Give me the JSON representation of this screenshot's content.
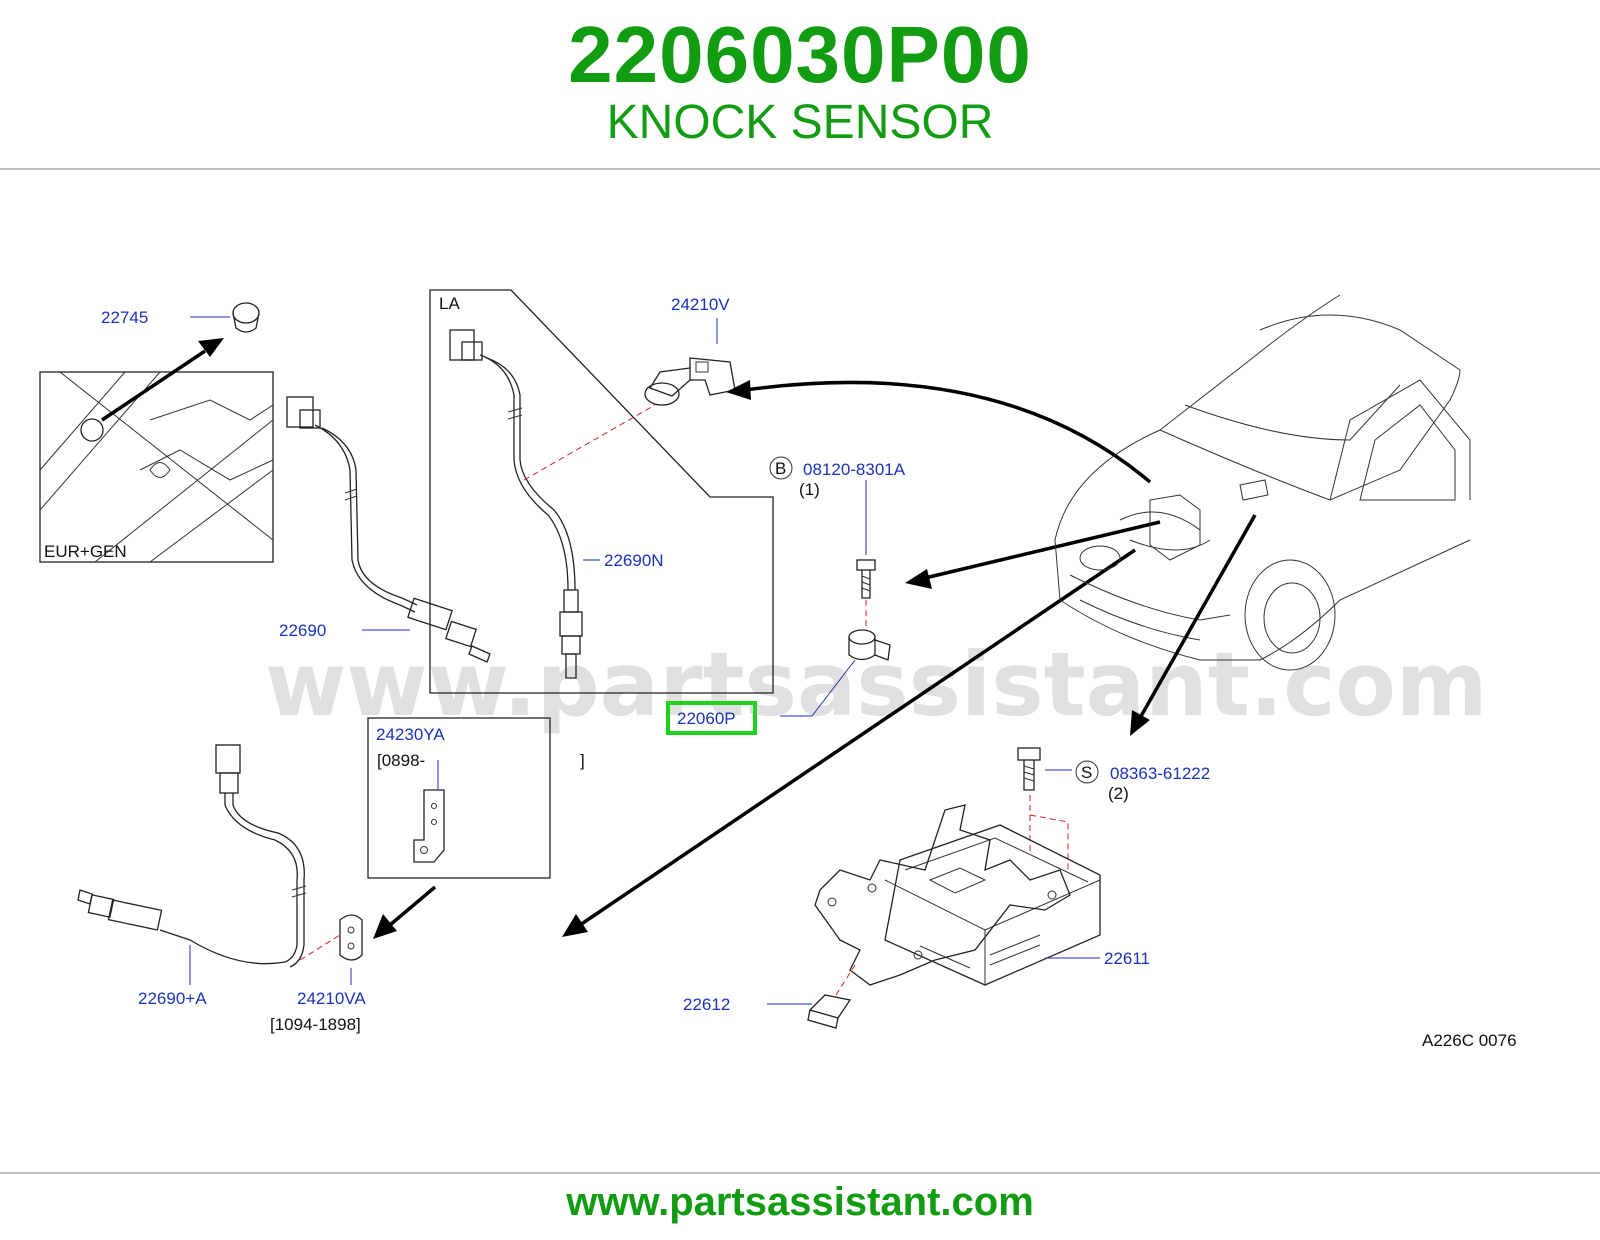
{
  "header": {
    "part_number": "2206030P00",
    "part_name": "KNOCK SENSOR"
  },
  "footer": {
    "url": "www.partsassistant.com"
  },
  "diagram": {
    "watermark": "www.partsassistant.com",
    "diagram_code": "A226C  0076",
    "inset_labels": {
      "eur_gen": "EUR+GEN",
      "la": "LA"
    },
    "callouts": {
      "c22745": "22745",
      "c24210v": "24210V",
      "c22690n": "22690N",
      "c22690": "22690",
      "c22060p": "22060P",
      "c08120": "08120-8301A",
      "c08120_qty": "(1)",
      "c08120_badge": "B",
      "c24230ya": "24230YA",
      "c24230ya_range_open": "[0898-",
      "c24230ya_range_close": "]",
      "c22690a": "22690+A",
      "c24210va": "24210VA",
      "c24210va_range": "[1094-1898]",
      "c08363": "08363-61222",
      "c08363_qty": "(2)",
      "c08363_badge": "S",
      "c22611": "22611",
      "c22612": "22612"
    },
    "highlight_color": "#1fd21f",
    "brand_color": "#119c11",
    "callout_color": "#1a33b8"
  }
}
